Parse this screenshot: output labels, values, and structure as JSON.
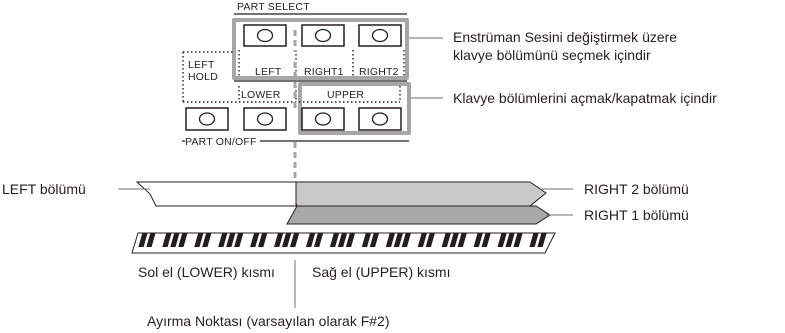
{
  "panel": {
    "part_select_label": "PART SELECT",
    "part_on_off_label": "PART ON/OFF",
    "left_hold_line1": "LEFT",
    "left_hold_line2": "HOLD",
    "select_parts": [
      "LEFT",
      "RIGHT1",
      "RIGHT2"
    ],
    "lower_label": "LOWER",
    "upper_label": "UPPER"
  },
  "callouts": {
    "part_select_line1": "Enstrüman Sesini değiştirmek üzere",
    "part_select_line2": "klavye bölümünü seçmek içindir",
    "part_on_off": "Klavye bölümlerini açmak/kapatmak içindir",
    "left_part": "LEFT bölümü",
    "right2_part": "RIGHT 2 bölümü",
    "right1_part": "RIGHT 1 bölümü",
    "left_hand": "Sol el (LOWER) kısmı",
    "right_hand": "Sağ el (UPPER) kısmı",
    "split_point": "Ayırma Noktası (varsayılan olarak F#2)"
  },
  "colors": {
    "ink": "#231f20",
    "right2_fill": "#c9c9c9",
    "right1_fill": "#a9a9a9",
    "left_fill": "#ffffff",
    "callout_line": "#6d6e71"
  }
}
